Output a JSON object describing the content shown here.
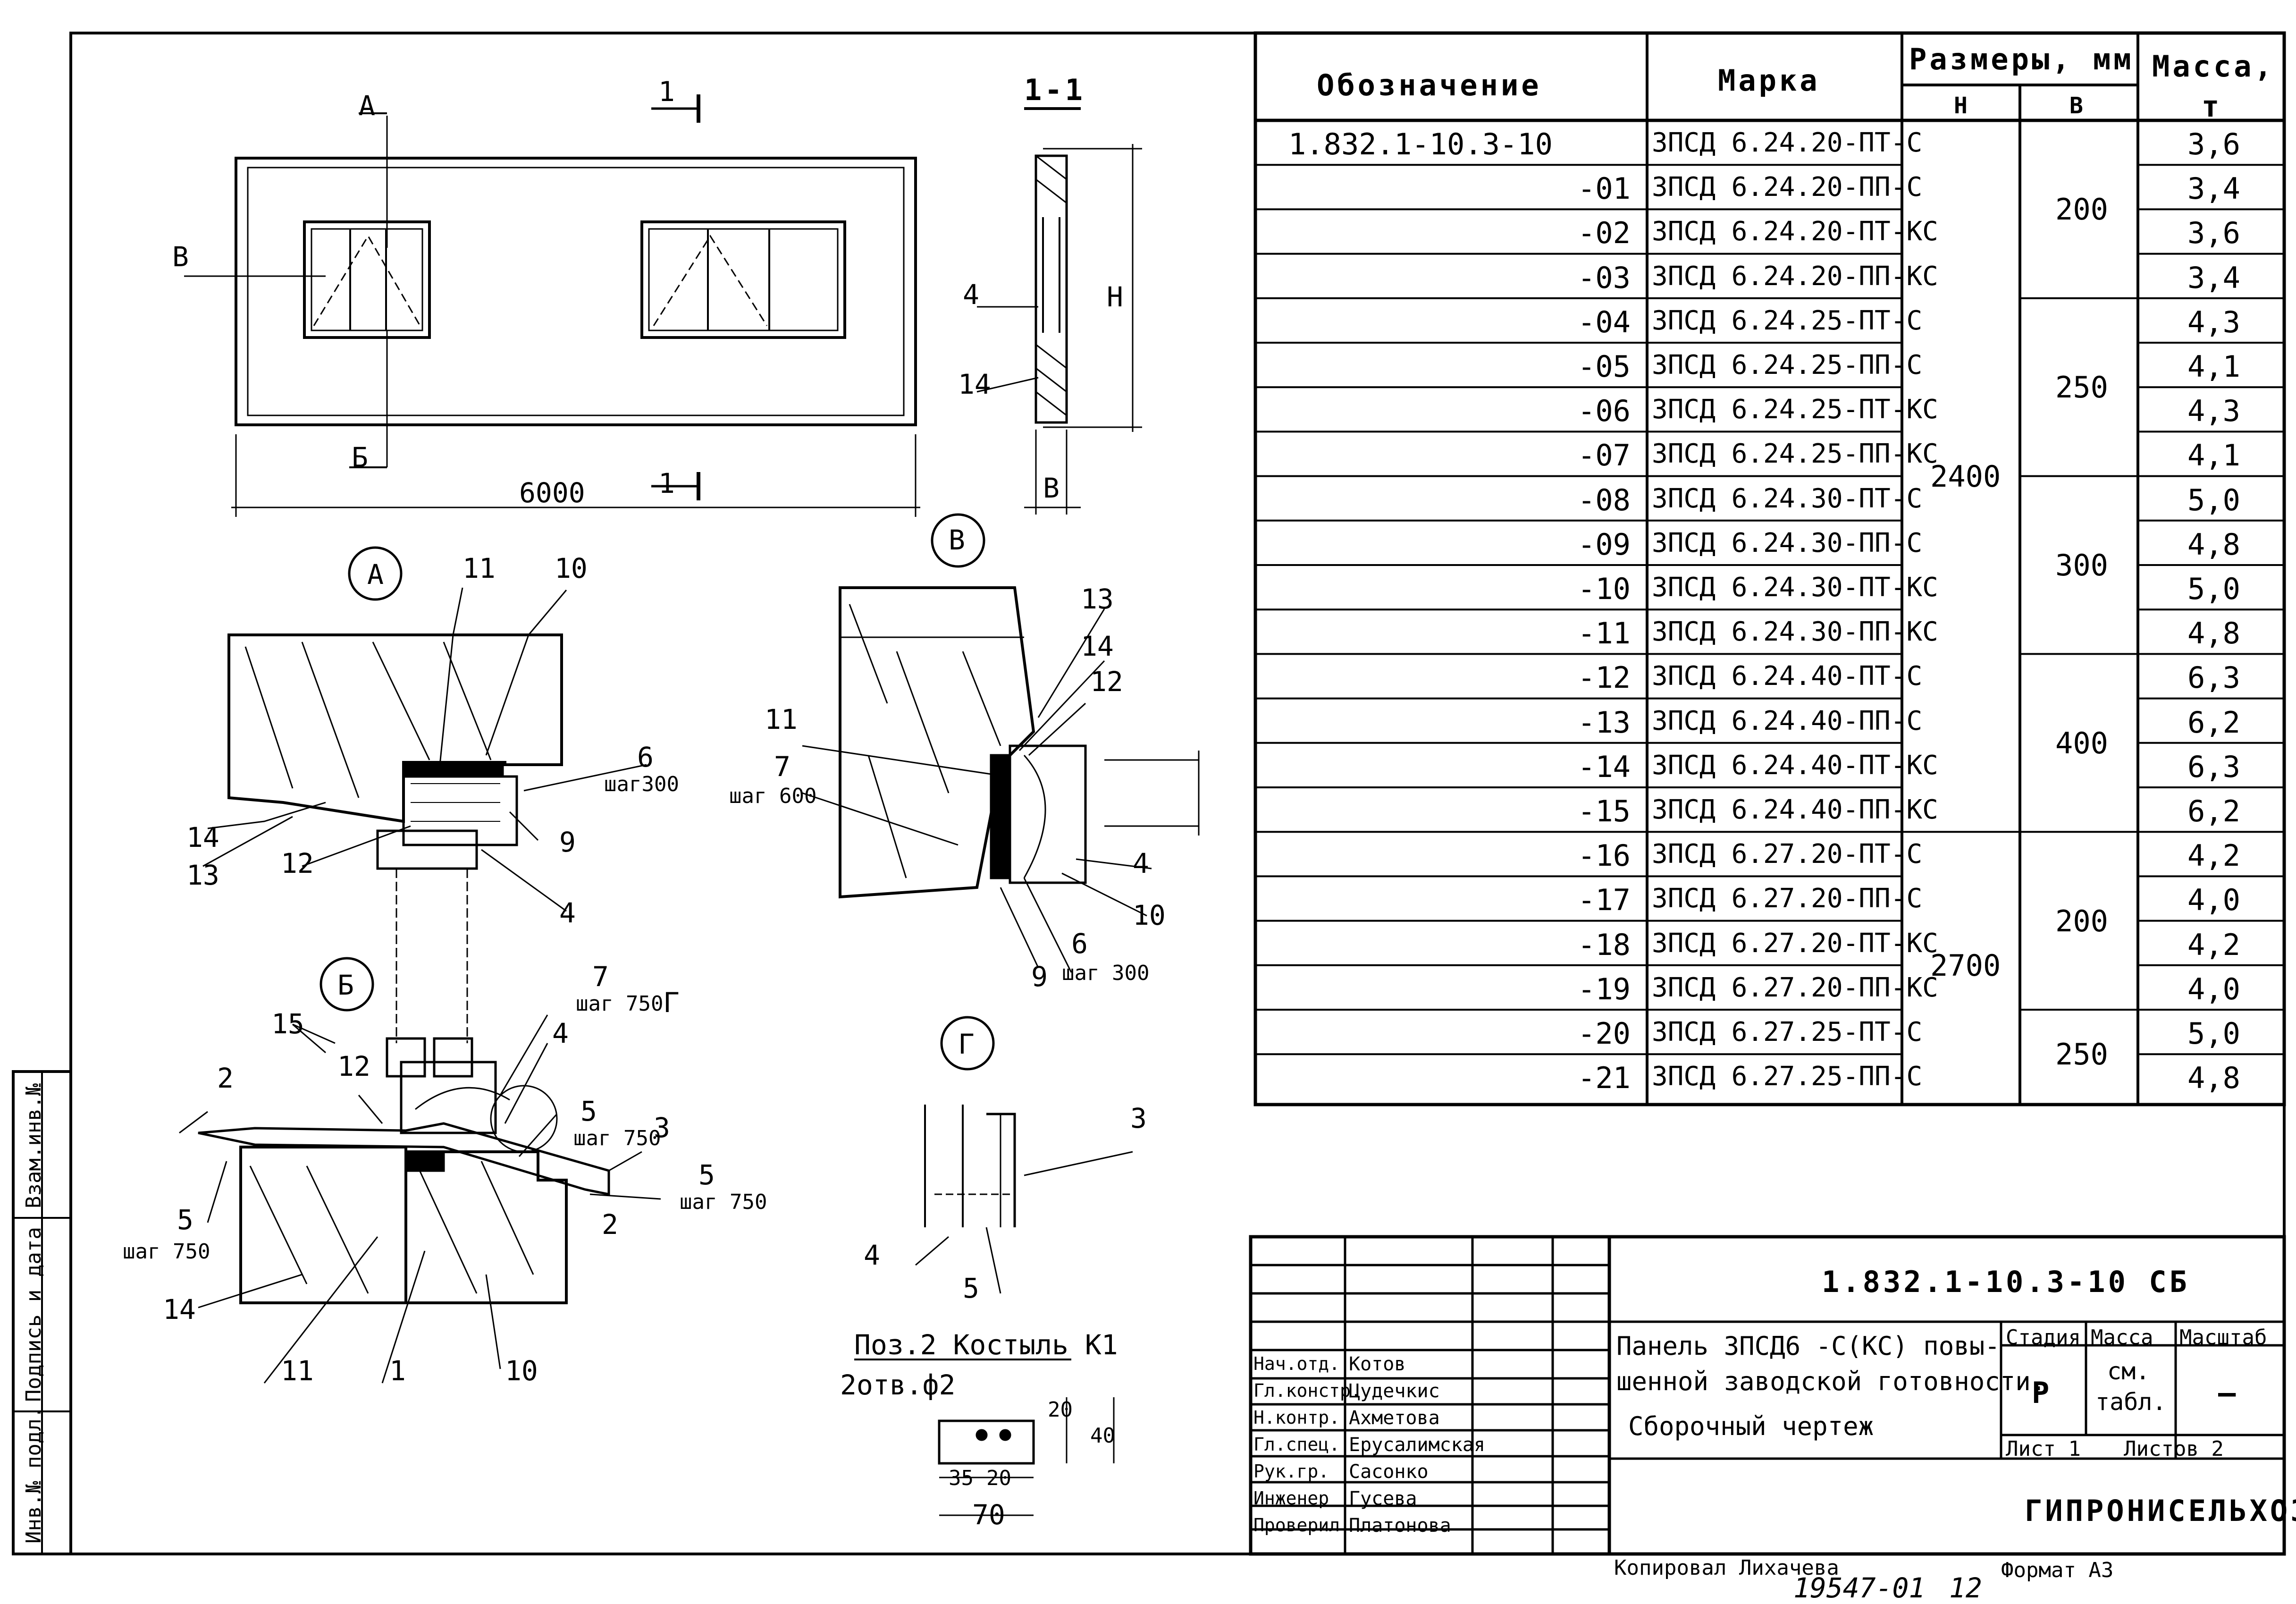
{
  "spec_table": {
    "headers": {
      "designation": "Обозначение",
      "mark": "Марка",
      "dimensions": "Размеры, мм",
      "dim_h": "Н",
      "dim_b": "В",
      "mass": "Масса,",
      "mass_unit": "т"
    },
    "rows": [
      {
        "designation": "1.832.1-10.3-10",
        "mark": "3ПСД 6.24.20-ПТ-С",
        "mass": "3,6"
      },
      {
        "designation": "-01",
        "mark": "3ПСД 6.24.20-ПП-С",
        "mass": "3,4"
      },
      {
        "designation": "-02",
        "mark": "3ПСД 6.24.20-ПТ-КС",
        "mass": "3,6"
      },
      {
        "designation": "-03",
        "mark": "3ПСД 6.24.20-ПП-КС",
        "mass": "3,4"
      },
      {
        "designation": "-04",
        "mark": "3ПСД 6.24.25-ПТ-С",
        "mass": "4,3"
      },
      {
        "designation": "-05",
        "mark": "3ПСД 6.24.25-ПП-С",
        "mass": "4,1"
      },
      {
        "designation": "-06",
        "mark": "3ПСД 6.24.25-ПТ-КС",
        "mass": "4,3"
      },
      {
        "designation": "-07",
        "mark": "3ПСД 6.24.25-ПП-КС",
        "mass": "4,1"
      },
      {
        "designation": "-08",
        "mark": "3ПСД 6.24.30-ПТ-С",
        "mass": "5,0"
      },
      {
        "designation": "-09",
        "mark": "3ПСД 6.24.30-ПП-С",
        "mass": "4,8"
      },
      {
        "designation": "-10",
        "mark": "3ПСД 6.24.30-ПТ-КС",
        "mass": "5,0"
      },
      {
        "designation": "-11",
        "mark": "3ПСД 6.24.30-ПП-КС",
        "mass": "4,8"
      },
      {
        "designation": "-12",
        "mark": "3ПСД 6.24.40-ПТ-С",
        "mass": "6,3"
      },
      {
        "designation": "-13",
        "mark": "3ПСД 6.24.40-ПП-С",
        "mass": "6,2"
      },
      {
        "designation": "-14",
        "mark": "3ПСД 6.24.40-ПТ-КС",
        "mass": "6,3"
      },
      {
        "designation": "-15",
        "mark": "3ПСД 6.24.40-ПП-КС",
        "mass": "6,2"
      },
      {
        "designation": "-16",
        "mark": "3ПСД 6.27.20-ПТ-С",
        "mass": "4,2"
      },
      {
        "designation": "-17",
        "mark": "3ПСД 6.27.20-ПП-С",
        "mass": "4,0"
      },
      {
        "designation": "-18",
        "mark": "3ПСД 6.27.20-ПТ-КС",
        "mass": "4,2"
      },
      {
        "designation": "-19",
        "mark": "3ПСД 6.27.20-ПП-КС",
        "mass": "4,0"
      },
      {
        "designation": "-20",
        "mark": "3ПСД 6.27.25-ПТ-С",
        "mass": "5,0"
      },
      {
        "designation": "-21",
        "mark": "3ПСД 6.27.25-ПП-С",
        "mass": "4,8"
      }
    ],
    "h_groups": [
      {
        "value": "2400",
        "rows": 16
      },
      {
        "value": "2700",
        "rows": 6
      }
    ],
    "b_groups": [
      {
        "value": "200",
        "rows": 4
      },
      {
        "value": "250",
        "rows": 4
      },
      {
        "value": "300",
        "rows": 4
      },
      {
        "value": "400",
        "rows": 4
      },
      {
        "value": "200",
        "rows": 4
      },
      {
        "value": "250",
        "rows": 2
      }
    ]
  },
  "drawing": {
    "elevation": {
      "width_dim": "6000",
      "height_dim": "Н",
      "section_mark": "1",
      "callout_a": "А",
      "callout_b": "Б",
      "callout_v": "В",
      "section_title": "1-1",
      "thickness_dim": "В",
      "pos_4": "4",
      "pos_14": "14"
    },
    "detail_a": {
      "title": "А",
      "labels": [
        "11",
        "10",
        "6",
        "9",
        "4",
        "14",
        "13",
        "12"
      ],
      "step": "шаг300"
    },
    "detail_v": {
      "title": "В",
      "labels": [
        "13",
        "14",
        "12",
        "11",
        "7",
        "4",
        "10",
        "6",
        "9"
      ],
      "step_600": "шаг 600",
      "step_300": "шаг 300"
    },
    "detail_b": {
      "title": "Б",
      "labels": [
        "15",
        "12",
        "7",
        "Г",
        "4",
        "5",
        "3",
        "2",
        "5",
        "2",
        "5",
        "14",
        "11",
        "1",
        "10"
      ],
      "step_750": "шаг 750"
    },
    "detail_g": {
      "title": "Г",
      "labels": [
        "3",
        "4",
        "5"
      ]
    },
    "anchor": {
      "title": "Поз.2 Костыль К1",
      "holes": "2отв.ф2",
      "dims": [
        "20",
        "40",
        "35",
        "20",
        "70"
      ]
    }
  },
  "title_block": {
    "doc_code": "1.832.1-10.3-10 СБ",
    "description_1": "Панель 3ПСД6 -С(КС) повы-",
    "description_2": "шенной заводской готовности.",
    "description_3": "Сборочный чертеж",
    "stage_label": "Стадия",
    "mass_label": "Масса",
    "scale_label": "Масштаб",
    "stage": "Р",
    "mass_value_1": "см.",
    "mass_value_2": "табл.",
    "scale": "—",
    "sheet_label": "Лист 1",
    "sheets_label": "Листов 2",
    "organization": "ГИПРОНИСЕЛЬХОЗ",
    "staff": [
      {
        "role": "Нач.отд.",
        "name": "Котов"
      },
      {
        "role": "Гл.констр.",
        "name": "Цудечкис"
      },
      {
        "role": "Н.контр.",
        "name": "Ахметова"
      },
      {
        "role": "Гл.спец.",
        "name": "Ерусалимская"
      },
      {
        "role": "Рук.гр.",
        "name": "Сасонко"
      },
      {
        "role": "Инженер",
        "name": "Гусева"
      },
      {
        "role": "Проверил",
        "name": "Платонова"
      }
    ]
  },
  "side_stamp": {
    "inv_podl": "Инв.№ подл.",
    "sign_date": "Подпись и дата",
    "vzam_inv": "Взам.инв.№"
  },
  "footer": {
    "copied_by": "Копировал Лихачева",
    "number": "19547-01",
    "page": "12",
    "format": "Формат А3"
  }
}
